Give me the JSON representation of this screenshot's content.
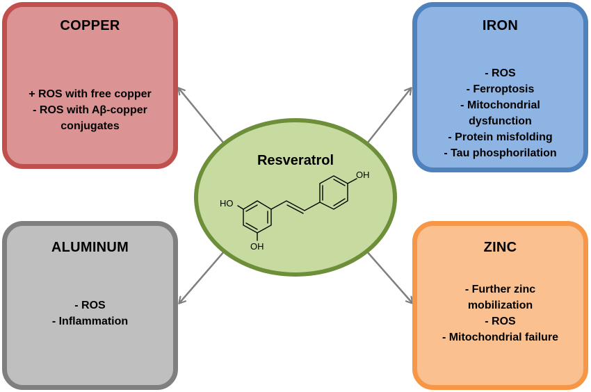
{
  "colors": {
    "copper": {
      "fill": "#dc9393",
      "border": "#c0504d"
    },
    "iron": {
      "fill": "#8eb4e3",
      "border": "#4f81bd"
    },
    "aluminum": {
      "fill": "#bfbfbf",
      "border": "#7f7f7f"
    },
    "zinc": {
      "fill": "#fac090",
      "border": "#f79646"
    },
    "center": {
      "fill": "#c7dba0",
      "border": "#6e8f3a"
    },
    "arrow": "#7f7f7f"
  },
  "center": {
    "title": "Resveratrol",
    "molecule_labels": {
      "oh_top": "OH",
      "oh_left": "HO",
      "oh_bottom": "OH"
    }
  },
  "boxes": {
    "copper": {
      "title": "COPPER",
      "items": [
        "+ ROS with free copper",
        "- ROS with Aβ-copper",
        "conjugates"
      ]
    },
    "iron": {
      "title": "IRON",
      "items": [
        "- ROS",
        "- Ferroptosis",
        "- Mitochondrial",
        "dysfunction",
        "- Protein misfolding",
        "- Tau phosphorilation"
      ]
    },
    "aluminum": {
      "title": "ALUMINUM",
      "items": [
        "- ROS",
        "- Inflammation"
      ]
    },
    "zinc": {
      "title": "ZINC",
      "items": [
        "- Further zinc",
        "mobilization",
        "- ROS",
        "- Mitochondrial failure"
      ]
    }
  },
  "arrows": [
    {
      "from": "Resveratrol",
      "to": "COPPER",
      "icon": "arrow-icon"
    },
    {
      "from": "Resveratrol",
      "to": "IRON",
      "icon": "arrow-icon"
    },
    {
      "from": "Resveratrol",
      "to": "ALUMINUM",
      "icon": "arrow-icon"
    },
    {
      "from": "Resveratrol",
      "to": "ZINC",
      "icon": "arrow-icon"
    }
  ]
}
